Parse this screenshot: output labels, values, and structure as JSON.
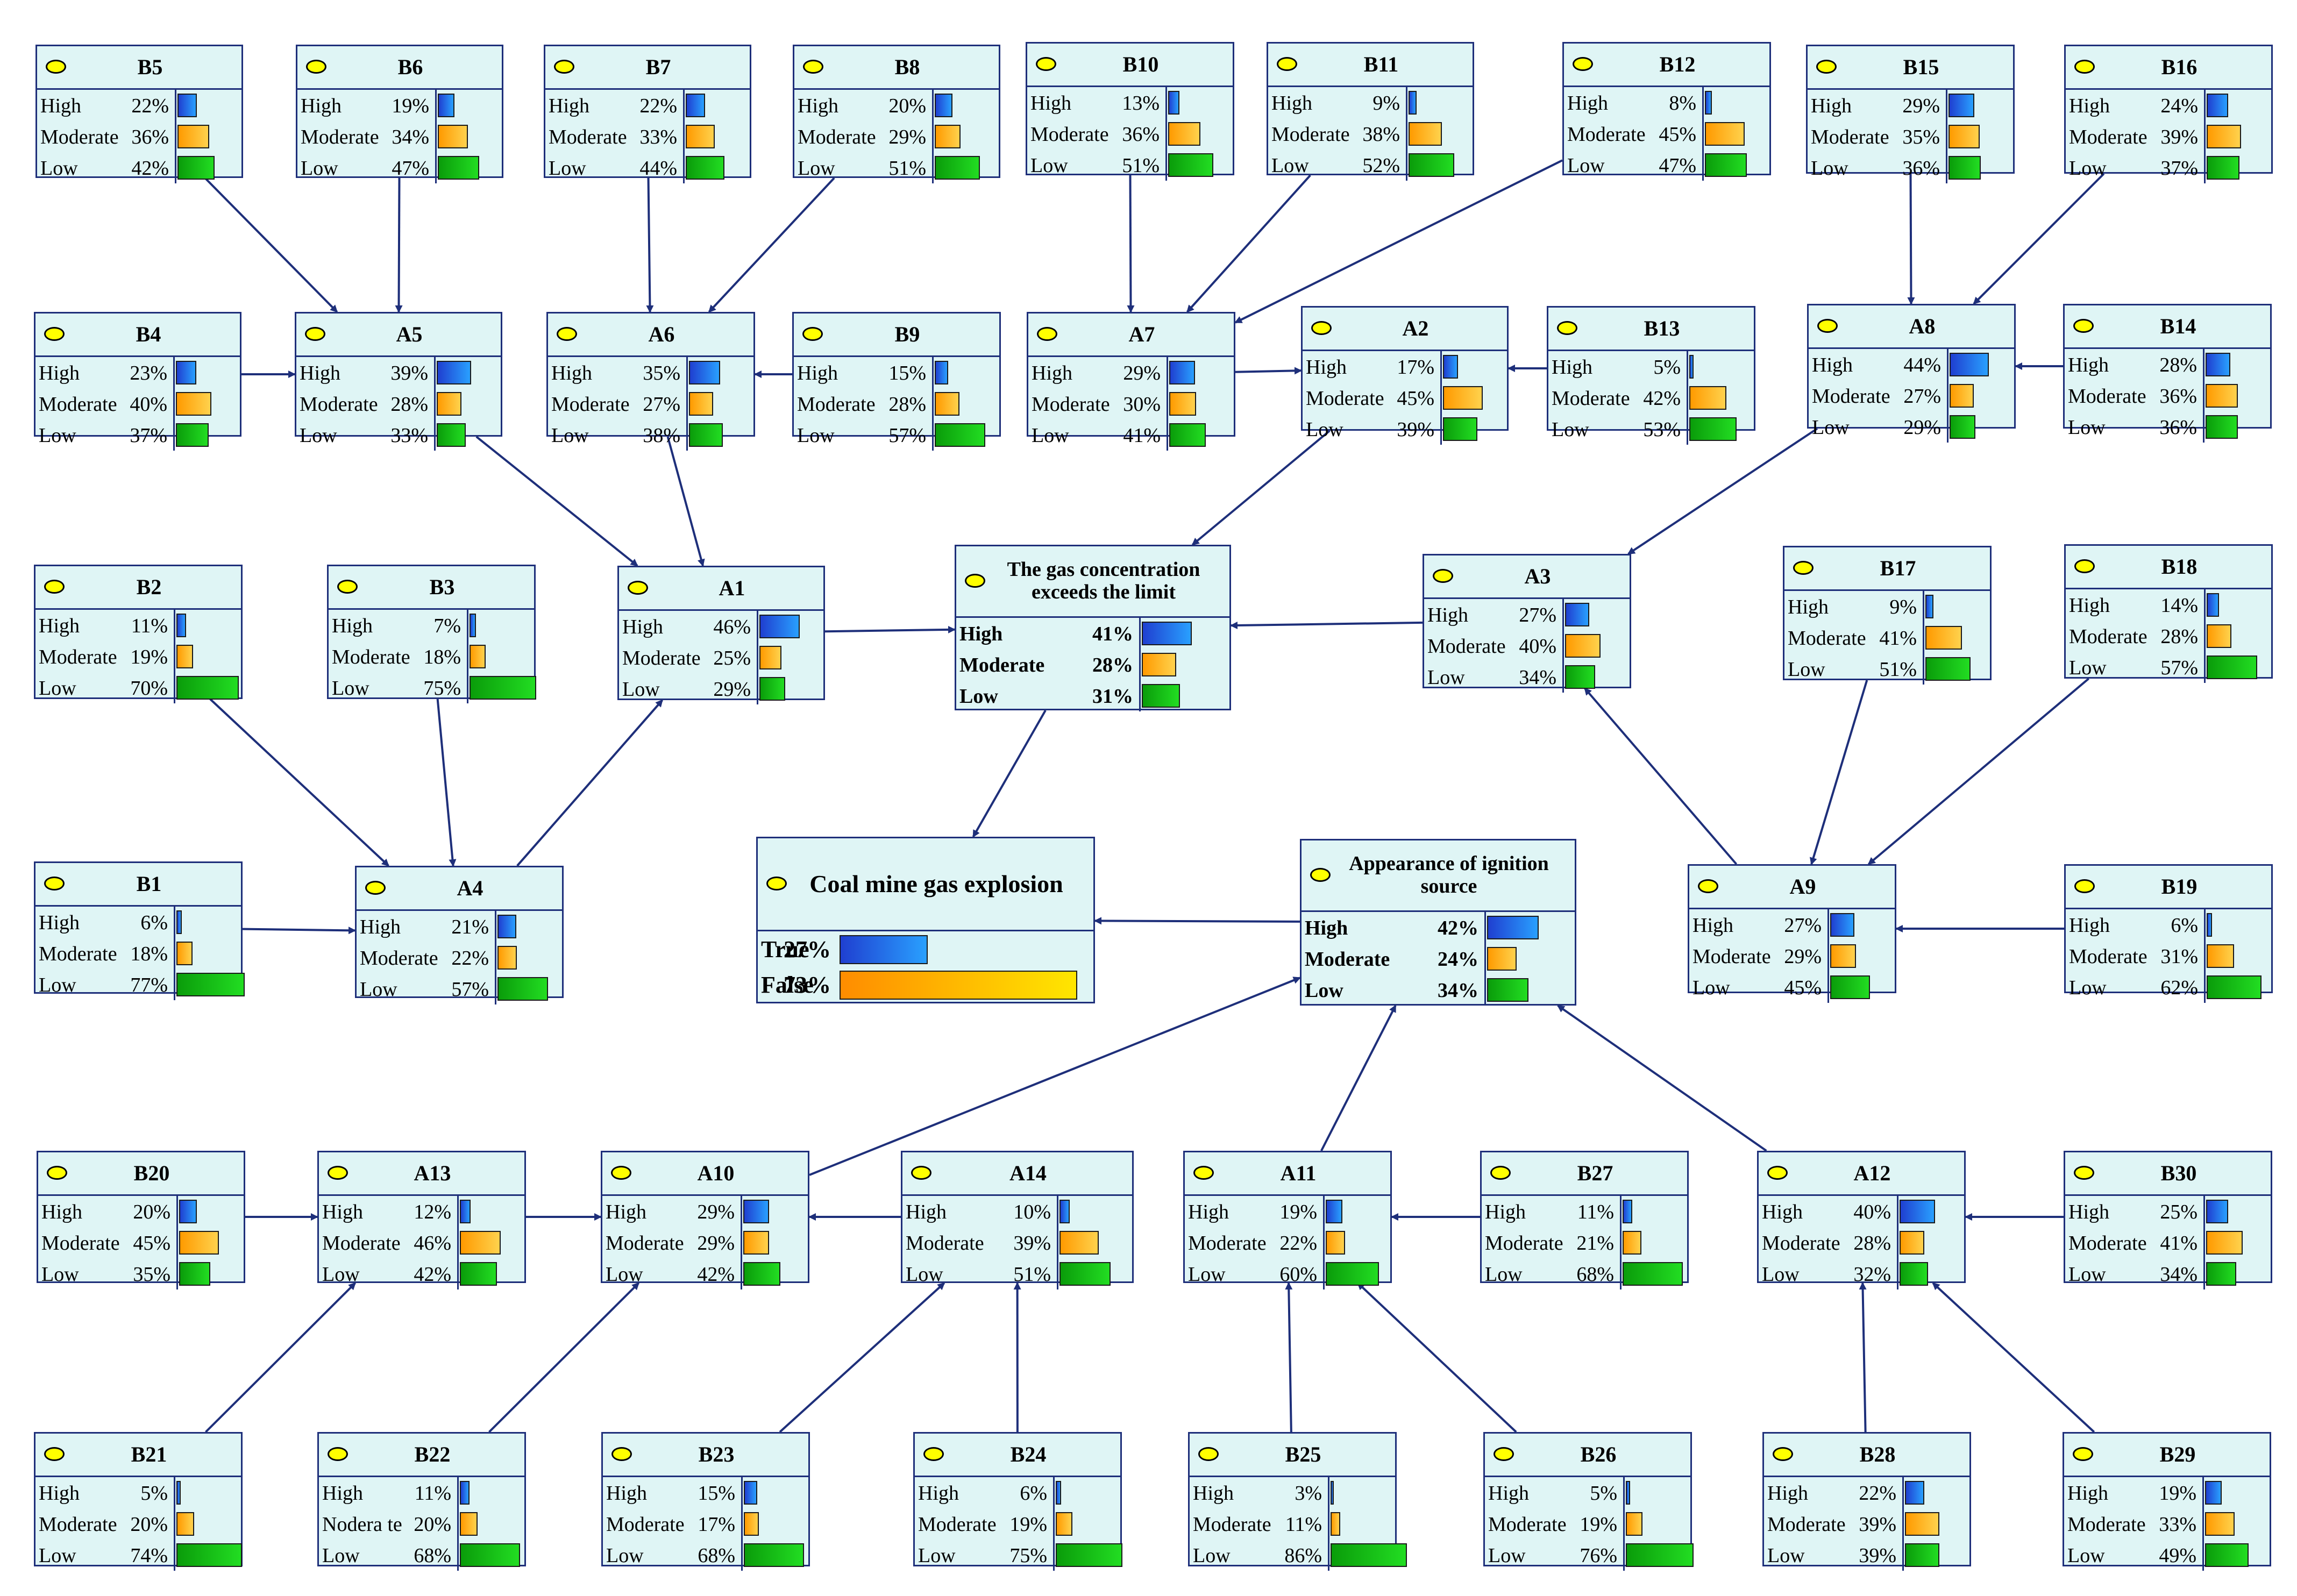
{
  "colors": {
    "node_fill": "#dff5f5",
    "border": "#1e2f7a",
    "edge": "#1e2f7a",
    "high": "#1f3fd0",
    "moderate": "#ff9a00",
    "low": "#0a9c0a",
    "indicator": "#ffff00"
  },
  "nodes": {
    "B5": {
      "title": "B5",
      "states": [
        [
          "High",
          "22%",
          0.22
        ],
        [
          "Moderate",
          "36%",
          0.36
        ],
        [
          "Low",
          "42%",
          0.42
        ]
      ]
    },
    "B6": {
      "title": "B6",
      "states": [
        [
          "High",
          "19%",
          0.19
        ],
        [
          "Moderate",
          "34%",
          0.34
        ],
        [
          "Low",
          "47%",
          0.47
        ]
      ]
    },
    "B7": {
      "title": "B7",
      "states": [
        [
          "High",
          "22%",
          0.22
        ],
        [
          "Moderate",
          "33%",
          0.33
        ],
        [
          "Low",
          "44%",
          0.44
        ]
      ]
    },
    "B8": {
      "title": "B8",
      "states": [
        [
          "High",
          "20%",
          0.2
        ],
        [
          "Moderate",
          "29%",
          0.29
        ],
        [
          "Low",
          "51%",
          0.51
        ]
      ]
    },
    "B10": {
      "title": "B10",
      "states": [
        [
          "High",
          "13%",
          0.13
        ],
        [
          "Moderate",
          "36%",
          0.36
        ],
        [
          "Low",
          "51%",
          0.51
        ]
      ]
    },
    "B11": {
      "title": "B11",
      "states": [
        [
          "High",
          "9%",
          0.09
        ],
        [
          "Moderate",
          "38%",
          0.38
        ],
        [
          "Low",
          "52%",
          0.52
        ]
      ]
    },
    "B12": {
      "title": "B12",
      "states": [
        [
          "High",
          "8%",
          0.08
        ],
        [
          "Moderate",
          "45%",
          0.45
        ],
        [
          "Low",
          "47%",
          0.47
        ]
      ]
    },
    "B15": {
      "title": "B15",
      "states": [
        [
          "High",
          "29%",
          0.29
        ],
        [
          "Moderate",
          "35%",
          0.35
        ],
        [
          "Low",
          "36%",
          0.36
        ]
      ]
    },
    "B16": {
      "title": "B16",
      "states": [
        [
          "High",
          "24%",
          0.24
        ],
        [
          "Moderate",
          "39%",
          0.39
        ],
        [
          "Low",
          "37%",
          0.37
        ]
      ]
    },
    "B4": {
      "title": "B4",
      "states": [
        [
          "High",
          "23%",
          0.23
        ],
        [
          "Moderate",
          "40%",
          0.4
        ],
        [
          "Low",
          "37%",
          0.37
        ]
      ]
    },
    "A5": {
      "title": "A5",
      "states": [
        [
          "High",
          "39%",
          0.39
        ],
        [
          "Moderate",
          "28%",
          0.28
        ],
        [
          "Low",
          "33%",
          0.33
        ]
      ]
    },
    "A6": {
      "title": "A6",
      "states": [
        [
          "High",
          "35%",
          0.35
        ],
        [
          "Moderate",
          "27%",
          0.27
        ],
        [
          "Low",
          "38%",
          0.38
        ]
      ]
    },
    "B9": {
      "title": "B9",
      "states": [
        [
          "High",
          "15%",
          0.15
        ],
        [
          "Moderate",
          "28%",
          0.28
        ],
        [
          "Low",
          "57%",
          0.57
        ]
      ]
    },
    "A7": {
      "title": "A7",
      "states": [
        [
          "High",
          "29%",
          0.29
        ],
        [
          "Moderate",
          "30%",
          0.3
        ],
        [
          "Low",
          "41%",
          0.41
        ]
      ]
    },
    "A2": {
      "title": "A2",
      "states": [
        [
          "High",
          "17%",
          0.17
        ],
        [
          "Moderate",
          "45%",
          0.45
        ],
        [
          "Low",
          "39%",
          0.39
        ]
      ]
    },
    "B13": {
      "title": "B13",
      "states": [
        [
          "High",
          "5%",
          0.05
        ],
        [
          "Moderate",
          "42%",
          0.42
        ],
        [
          "Low",
          "53%",
          0.53
        ]
      ]
    },
    "A8": {
      "title": "A8",
      "states": [
        [
          "High",
          "44%",
          0.44
        ],
        [
          "Moderate",
          "27%",
          0.27
        ],
        [
          "Low",
          "29%",
          0.29
        ]
      ]
    },
    "B14": {
      "title": "B14",
      "states": [
        [
          "High",
          "28%",
          0.28
        ],
        [
          "Moderate",
          "36%",
          0.36
        ],
        [
          "Low",
          "36%",
          0.36
        ]
      ]
    },
    "B2": {
      "title": "B2",
      "states": [
        [
          "High",
          "11%",
          0.11
        ],
        [
          "Moderate",
          "19%",
          0.19
        ],
        [
          "Low",
          "70%",
          0.7
        ]
      ]
    },
    "B3": {
      "title": "B3",
      "states": [
        [
          "High",
          "7%",
          0.07
        ],
        [
          "Moderate",
          "18%",
          0.18
        ],
        [
          "Low",
          "75%",
          0.75
        ]
      ]
    },
    "A1": {
      "title": "A1",
      "states": [
        [
          "High",
          "46%",
          0.46
        ],
        [
          "Moderate",
          "25%",
          0.25
        ],
        [
          "Low",
          "29%",
          0.29
        ]
      ]
    },
    "GAS": {
      "title": "The gas concentration exceeds the limit",
      "states": [
        [
          "High",
          "41%",
          0.41
        ],
        [
          "Moderate",
          "28%",
          0.28
        ],
        [
          "Low",
          "31%",
          0.31
        ]
      ]
    },
    "A3": {
      "title": "A3",
      "states": [
        [
          "High",
          "27%",
          0.27
        ],
        [
          "Moderate",
          "40%",
          0.4
        ],
        [
          "Low",
          "34%",
          0.34
        ]
      ]
    },
    "B17": {
      "title": "B17",
      "states": [
        [
          "High",
          "9%",
          0.09
        ],
        [
          "Moderate",
          "41%",
          0.41
        ],
        [
          "Low",
          "51%",
          0.51
        ]
      ]
    },
    "B18": {
      "title": "B18",
      "states": [
        [
          "High",
          "14%",
          0.14
        ],
        [
          "Moderate",
          "28%",
          0.28
        ],
        [
          "Low",
          "57%",
          0.57
        ]
      ]
    },
    "B1": {
      "title": "B1",
      "states": [
        [
          "High",
          "6%",
          0.06
        ],
        [
          "Moderate",
          "18%",
          0.18
        ],
        [
          "Low",
          "77%",
          0.77
        ]
      ]
    },
    "A4": {
      "title": "A4",
      "states": [
        [
          "High",
          "21%",
          0.21
        ],
        [
          "Moderate",
          "22%",
          0.22
        ],
        [
          "Low",
          "57%",
          0.57
        ]
      ]
    },
    "EXP": {
      "title": "Coal mine gas explosion",
      "states": [
        [
          "True",
          "27%",
          0.27
        ],
        [
          "False",
          "73%",
          0.73
        ]
      ]
    },
    "IGN": {
      "title": "Appearance of ignition source",
      "states": [
        [
          "High",
          "42%",
          0.42
        ],
        [
          "Moderate",
          "24%",
          0.24
        ],
        [
          "Low",
          "34%",
          0.34
        ]
      ]
    },
    "A9": {
      "title": "A9",
      "states": [
        [
          "High",
          "27%",
          0.27
        ],
        [
          "Moderate",
          "29%",
          0.29
        ],
        [
          "Low",
          "45%",
          0.45
        ]
      ]
    },
    "B19": {
      "title": "B19",
      "states": [
        [
          "High",
          "6%",
          0.06
        ],
        [
          "Moderate",
          "31%",
          0.31
        ],
        [
          "Low",
          "62%",
          0.62
        ]
      ]
    },
    "B20": {
      "title": "B20",
      "states": [
        [
          "High",
          "20%",
          0.2
        ],
        [
          "Moderate",
          "45%",
          0.45
        ],
        [
          "Low",
          "35%",
          0.35
        ]
      ]
    },
    "A13": {
      "title": "A13",
      "states": [
        [
          "High",
          "12%",
          0.12
        ],
        [
          "Moderate",
          "46%",
          0.46
        ],
        [
          "Low",
          "42%",
          0.42
        ]
      ]
    },
    "A10": {
      "title": "A10",
      "states": [
        [
          "High",
          "29%",
          0.29
        ],
        [
          "Moderate",
          "29%",
          0.29
        ],
        [
          "Low",
          "42%",
          0.42
        ]
      ]
    },
    "A14": {
      "title": "A14",
      "states": [
        [
          "High",
          "10%",
          0.1
        ],
        [
          "Moderate",
          "39%",
          0.39
        ],
        [
          "Low",
          "51%",
          0.51
        ]
      ]
    },
    "A11": {
      "title": "A11",
      "states": [
        [
          "High",
          "19%",
          0.19
        ],
        [
          "Moderate",
          "22%",
          0.22
        ],
        [
          "Low",
          "60%",
          0.6
        ]
      ]
    },
    "B27": {
      "title": "B27",
      "states": [
        [
          "High",
          "11%",
          0.11
        ],
        [
          "Moderate",
          "21%",
          0.21
        ],
        [
          "Low",
          "68%",
          0.68
        ]
      ]
    },
    "A12": {
      "title": "A12",
      "states": [
        [
          "High",
          "40%",
          0.4
        ],
        [
          "Moderate",
          "28%",
          0.28
        ],
        [
          "Low",
          "32%",
          0.32
        ]
      ]
    },
    "B30": {
      "title": "B30",
      "states": [
        [
          "High",
          "25%",
          0.25
        ],
        [
          "Moderate",
          "41%",
          0.41
        ],
        [
          "Low",
          "34%",
          0.34
        ]
      ]
    },
    "B21": {
      "title": "B21",
      "states": [
        [
          "High",
          "5%",
          0.05
        ],
        [
          "Moderate",
          "20%",
          0.2
        ],
        [
          "Low",
          "74%",
          0.74
        ]
      ]
    },
    "B22": {
      "title": "B22",
      "states": [
        [
          "High",
          "11%",
          0.11
        ],
        [
          "Nodera te",
          "20%",
          0.2
        ],
        [
          "Low",
          "68%",
          0.68
        ]
      ]
    },
    "B23": {
      "title": "B23",
      "states": [
        [
          "High",
          "15%",
          0.15
        ],
        [
          "Moderate",
          "17%",
          0.17
        ],
        [
          "Low",
          "68%",
          0.68
        ]
      ]
    },
    "B24": {
      "title": "B24",
      "states": [
        [
          "High",
          "6%",
          0.06
        ],
        [
          "Moderate",
          "19%",
          0.19
        ],
        [
          "Low",
          "75%",
          0.75
        ]
      ]
    },
    "B25": {
      "title": "B25",
      "states": [
        [
          "High",
          "3%",
          0.03
        ],
        [
          "Moderate",
          "11%",
          0.11
        ],
        [
          "Low",
          "86%",
          0.86
        ]
      ]
    },
    "B26": {
      "title": "B26",
      "states": [
        [
          "High",
          "5%",
          0.05
        ],
        [
          "Moderate",
          "19%",
          0.19
        ],
        [
          "Low",
          "76%",
          0.76
        ]
      ]
    },
    "B28": {
      "title": "B28",
      "states": [
        [
          "High",
          "22%",
          0.22
        ],
        [
          "Moderate",
          "39%",
          0.39
        ],
        [
          "Low",
          "39%",
          0.39
        ]
      ]
    },
    "B29": {
      "title": "B29",
      "states": [
        [
          "High",
          "19%",
          0.19
        ],
        [
          "Moderate",
          "33%",
          0.33
        ],
        [
          "Low",
          "49%",
          0.49
        ]
      ]
    }
  },
  "edges": [
    [
      "B5",
      "A5"
    ],
    [
      "B6",
      "A5"
    ],
    [
      "B4",
      "A5"
    ],
    [
      "B7",
      "A6"
    ],
    [
      "B8",
      "A6"
    ],
    [
      "B9",
      "A6"
    ],
    [
      "B10",
      "A7"
    ],
    [
      "B11",
      "A7"
    ],
    [
      "B12",
      "A7"
    ],
    [
      "A7",
      "A2"
    ],
    [
      "B13",
      "A2"
    ],
    [
      "B15",
      "A8"
    ],
    [
      "B16",
      "A8"
    ],
    [
      "B14",
      "A8"
    ],
    [
      "A5",
      "A1"
    ],
    [
      "A6",
      "A1"
    ],
    [
      "A4",
      "A1"
    ],
    [
      "B2",
      "A4"
    ],
    [
      "B3",
      "A4"
    ],
    [
      "B1",
      "A4"
    ],
    [
      "A1",
      "GAS"
    ],
    [
      "A2",
      "GAS"
    ],
    [
      "A3",
      "GAS"
    ],
    [
      "A8",
      "A3"
    ],
    [
      "A9",
      "A3"
    ],
    [
      "B17",
      "A9"
    ],
    [
      "B18",
      "A9"
    ],
    [
      "B19",
      "A9"
    ],
    [
      "GAS",
      "EXP"
    ],
    [
      "IGN",
      "EXP"
    ],
    [
      "A10",
      "IGN"
    ],
    [
      "A11",
      "IGN"
    ],
    [
      "A12",
      "IGN"
    ],
    [
      "B20",
      "A13"
    ],
    [
      "B21",
      "A13"
    ],
    [
      "A13",
      "A10"
    ],
    [
      "A14",
      "A10"
    ],
    [
      "B22",
      "A10"
    ],
    [
      "B23",
      "A14"
    ],
    [
      "B24",
      "A14"
    ],
    [
      "B27",
      "A11"
    ],
    [
      "B25",
      "A11"
    ],
    [
      "B26",
      "A11"
    ],
    [
      "B30",
      "A12"
    ],
    [
      "B28",
      "A12"
    ],
    [
      "B29",
      "A12"
    ]
  ]
}
